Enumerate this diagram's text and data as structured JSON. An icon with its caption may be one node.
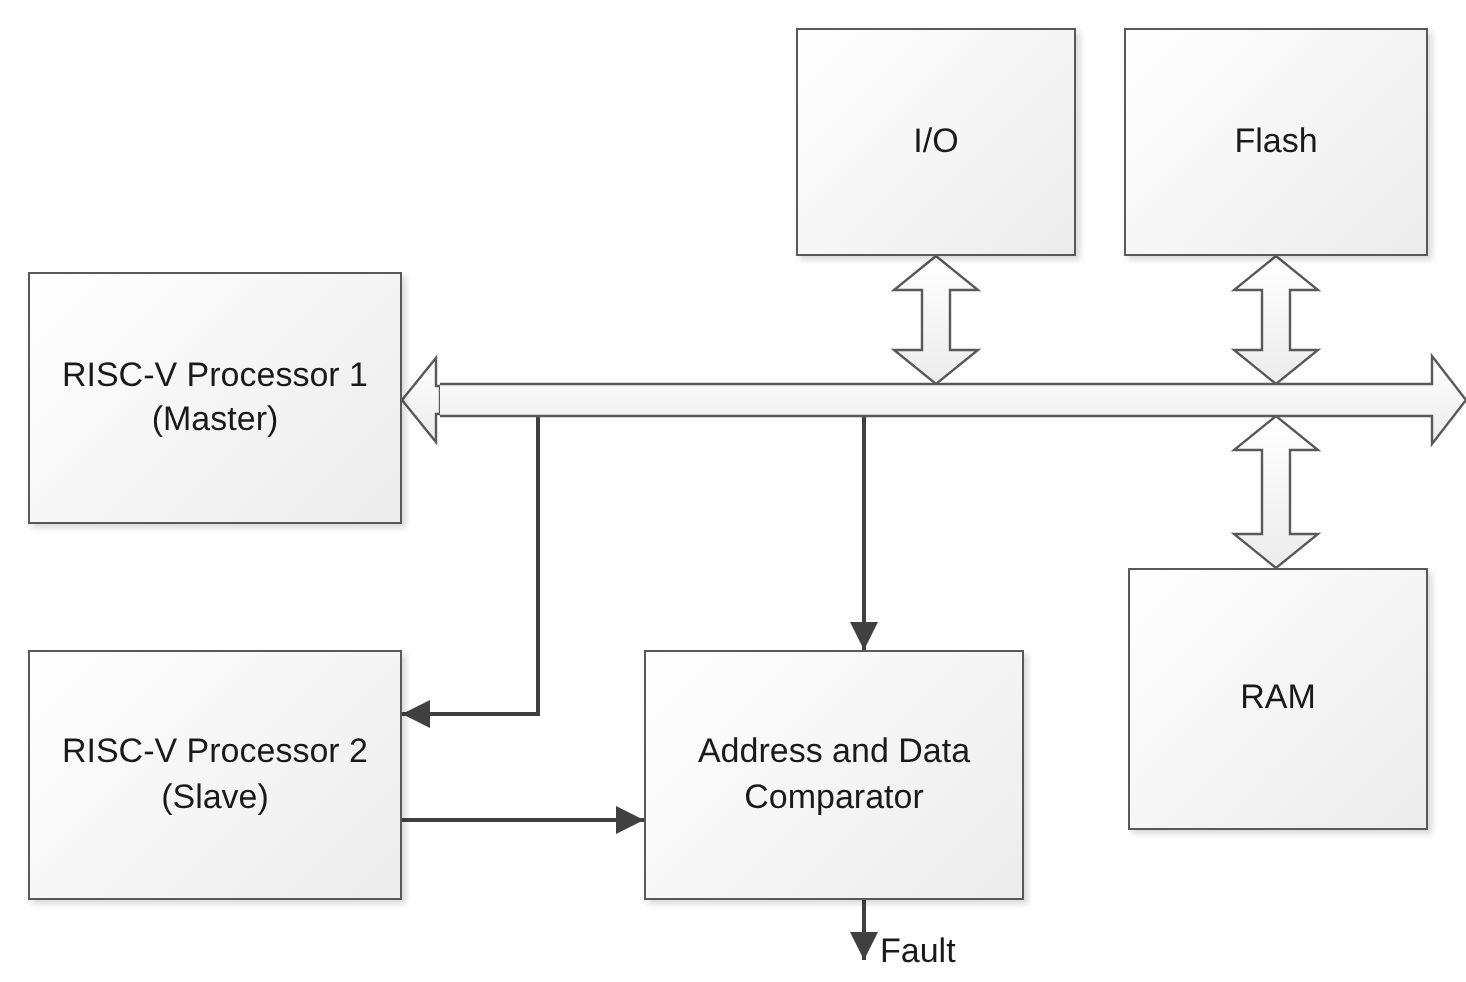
{
  "diagram": {
    "nodes": [
      {
        "text": [
          "I/O"
        ]
      },
      {
        "text": [
          "Flash"
        ]
      },
      {
        "text": [
          "RISC-V Processor 1 (Master)"
        ]
      },
      {
        "text": [],
        "shape": "bar"
      },
      {
        "text": [
          "RISC-V Processor 2 (Slave)"
        ]
      },
      {
        "text": [
          "Address and Data Comparator"
        ]
      },
      {
        "text": [
          "RAM"
        ]
      },
      {
        "text": [
          "Fault"
        ]
      }
    ],
    "edges": [
      {
        "from": 3,
        "to": 2,
        "arrow": "to",
        "style": "thick"
      },
      {
        "from": 0,
        "to": 3,
        "arrow": "both",
        "style": "thick"
      },
      {
        "from": 1,
        "to": 3,
        "arrow": "both",
        "style": "thick"
      },
      {
        "from": 3,
        "to": 6,
        "arrow": "both",
        "style": "thick"
      },
      {
        "from": 3,
        "to": 4,
        "arrow": "to"
      },
      {
        "from": 3,
        "to": 5,
        "arrow": "to"
      },
      {
        "from": 4,
        "to": 5,
        "arrow": "to"
      },
      {
        "from": 5,
        "to": 7,
        "arrow": "to"
      }
    ]
  }
}
